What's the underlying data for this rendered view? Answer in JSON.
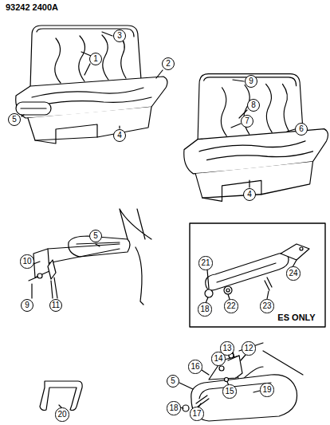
{
  "diagram": {
    "labels": [
      "93242 2400A",
      "3",
      "1",
      "2",
      "5",
      "4",
      "9",
      "8",
      "7",
      "6",
      "4",
      "5",
      "10",
      "11",
      "9",
      "21",
      "24",
      "18",
      "22",
      "23",
      "ES ONLY",
      "20",
      "13",
      "12",
      "14",
      "16",
      "5",
      "15",
      "17",
      "18",
      "19"
    ]
  }
}
